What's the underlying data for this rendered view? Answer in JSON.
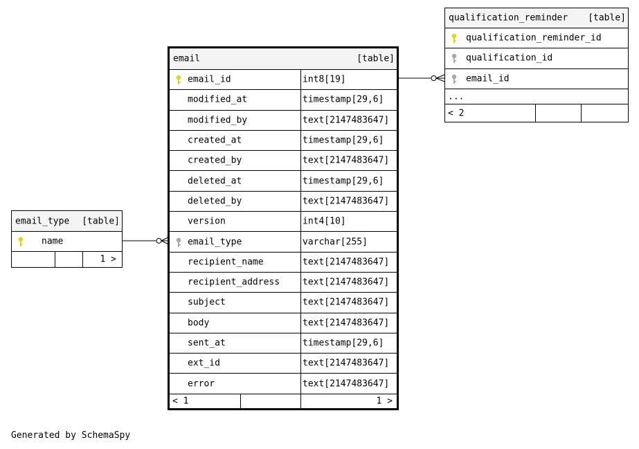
{
  "colors": {
    "primary_key": "#e8d20a",
    "foreign_key": "#a8a8a8",
    "header_bg": "#f4f4f4"
  },
  "email_type": {
    "name": "email_type",
    "kind": "[table]",
    "column": "name",
    "footer_right": "1 >"
  },
  "email": {
    "name": "email",
    "kind": "[table]",
    "columns": [
      {
        "name": "email_id",
        "type": "int8[19]",
        "key": "primary-key-icon"
      },
      {
        "name": "modified_at",
        "type": "timestamp[29,6]"
      },
      {
        "name": "modified_by",
        "type": "text[2147483647]"
      },
      {
        "name": "created_at",
        "type": "timestamp[29,6]"
      },
      {
        "name": "created_by",
        "type": "text[2147483647]"
      },
      {
        "name": "deleted_at",
        "type": "timestamp[29,6]"
      },
      {
        "name": "deleted_by",
        "type": "text[2147483647]"
      },
      {
        "name": "version",
        "type": "int4[10]"
      },
      {
        "name": "email_type",
        "type": "varchar[255]",
        "key": "foreign-key-icon"
      },
      {
        "name": "recipient_name",
        "type": "text[2147483647]"
      },
      {
        "name": "recipient_address",
        "type": "text[2147483647]"
      },
      {
        "name": "subject",
        "type": "text[2147483647]"
      },
      {
        "name": "body",
        "type": "text[2147483647]"
      },
      {
        "name": "sent_at",
        "type": "timestamp[29,6]"
      },
      {
        "name": "ext_id",
        "type": "text[2147483647]"
      },
      {
        "name": "error",
        "type": "text[2147483647]"
      }
    ],
    "footer_left": "< 1",
    "footer_right": "1 >"
  },
  "qualification_reminder": {
    "name": "qualification_reminder",
    "kind": "[table]",
    "columns": [
      {
        "name": "qualification_reminder_id",
        "key": "primary-key-icon"
      },
      {
        "name": "qualification_id",
        "key": "foreign-key-icon"
      },
      {
        "name": "email_id",
        "key": "foreign-key-icon"
      }
    ],
    "ellipsis": "...",
    "footer_left": "< 2"
  },
  "footer": "Generated by SchemaSpy"
}
